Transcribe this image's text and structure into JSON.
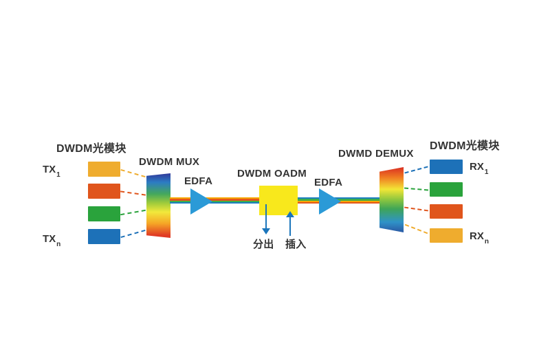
{
  "colors": {
    "text": "#333333",
    "edfa_arrow_blue": "#2B9AD7",
    "add_drop_arrow_blue": "#1B75BB",
    "oadm_yellow": "#F8E81C",
    "channel_amber": "#EFAC2E",
    "channel_red": "#E0551C",
    "channel_green": "#2AA33C",
    "channel_blue": "#1D71B8"
  },
  "left_modules": {
    "heading": "DWDM光模块",
    "tx_top": {
      "base": "TX",
      "sub": "1"
    },
    "tx_bottom": {
      "base": "TX",
      "sub": "n"
    },
    "channels": [
      {
        "color": "#EFAC2E"
      },
      {
        "color": "#E0551C"
      },
      {
        "color": "#2AA33C"
      },
      {
        "color": "#1D71B8"
      }
    ]
  },
  "mux": {
    "label": "DWDM MUX"
  },
  "edfa_left": {
    "label": "EDFA"
  },
  "edfa_right": {
    "label": "EDFA"
  },
  "oadm": {
    "label": "DWDM OADM",
    "drop_label": "分出",
    "add_label": "插入"
  },
  "demux": {
    "label": "DWMD DEMUX"
  },
  "right_modules": {
    "heading": "DWDM光模块",
    "rx_top": {
      "base": "RX",
      "sub": "1"
    },
    "rx_bottom": {
      "base": "RX",
      "sub": "n"
    },
    "channels": [
      {
        "color": "#1D71B8"
      },
      {
        "color": "#2AA33C"
      },
      {
        "color": "#E0551C"
      },
      {
        "color": "#EFAC2E"
      }
    ]
  },
  "fiber": {
    "left_stripes": [
      "#F7A600",
      "#E2571B",
      "#3FAE49",
      "#1B7FC0"
    ],
    "right_stripes": [
      "#1B7FC0",
      "#3FAE49",
      "#F7A600",
      "#E2571B"
    ]
  }
}
